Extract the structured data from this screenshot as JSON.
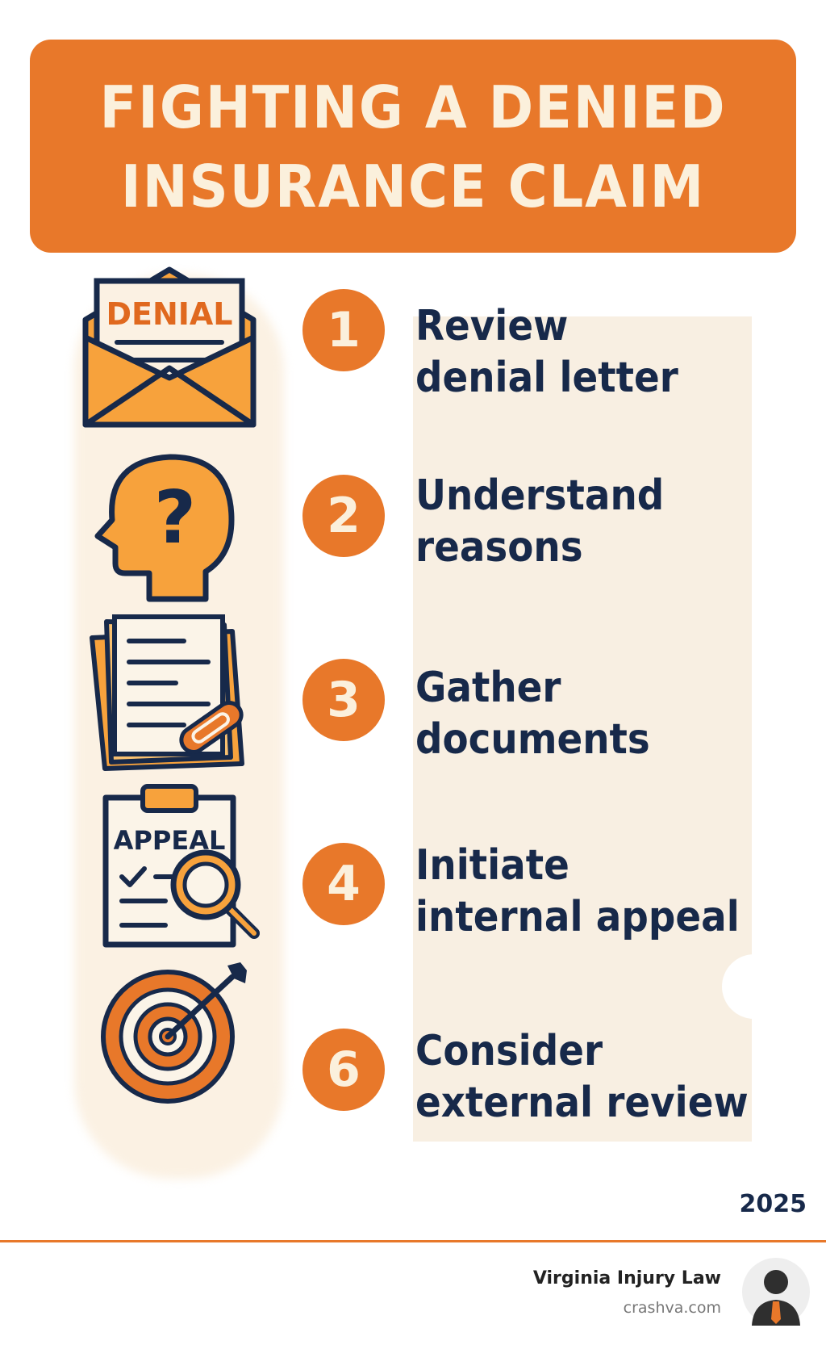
{
  "title": {
    "line1": "FIGHTING A DENIED",
    "line2": "INSURANCE CLAIM"
  },
  "icons": {
    "envelope_label": "DENIAL",
    "clipboard_label": "APPEAL"
  },
  "steps": [
    {
      "number": "1",
      "line1": "Review",
      "line2": "denial letter",
      "icon": "envelope-icon"
    },
    {
      "number": "2",
      "line1": "Understand",
      "line2": "reasons",
      "icon": "head-question-icon"
    },
    {
      "number": "3",
      "line1": "Gather",
      "line2": "documents",
      "icon": "documents-icon"
    },
    {
      "number": "4",
      "line1": "Initiate",
      "line2": "internal appeal",
      "icon": "clipboard-icon"
    },
    {
      "number": "6",
      "line1": "Consider",
      "line2": "external review",
      "icon": "target-icon"
    }
  ],
  "year": "2025",
  "footer": {
    "name": "Virginia Injury Law",
    "url": "crashva.com"
  },
  "colors": {
    "accent": "#e8782a",
    "navy": "#17294a",
    "cream": "#f8efe2",
    "light_orange": "#f7a23c"
  }
}
